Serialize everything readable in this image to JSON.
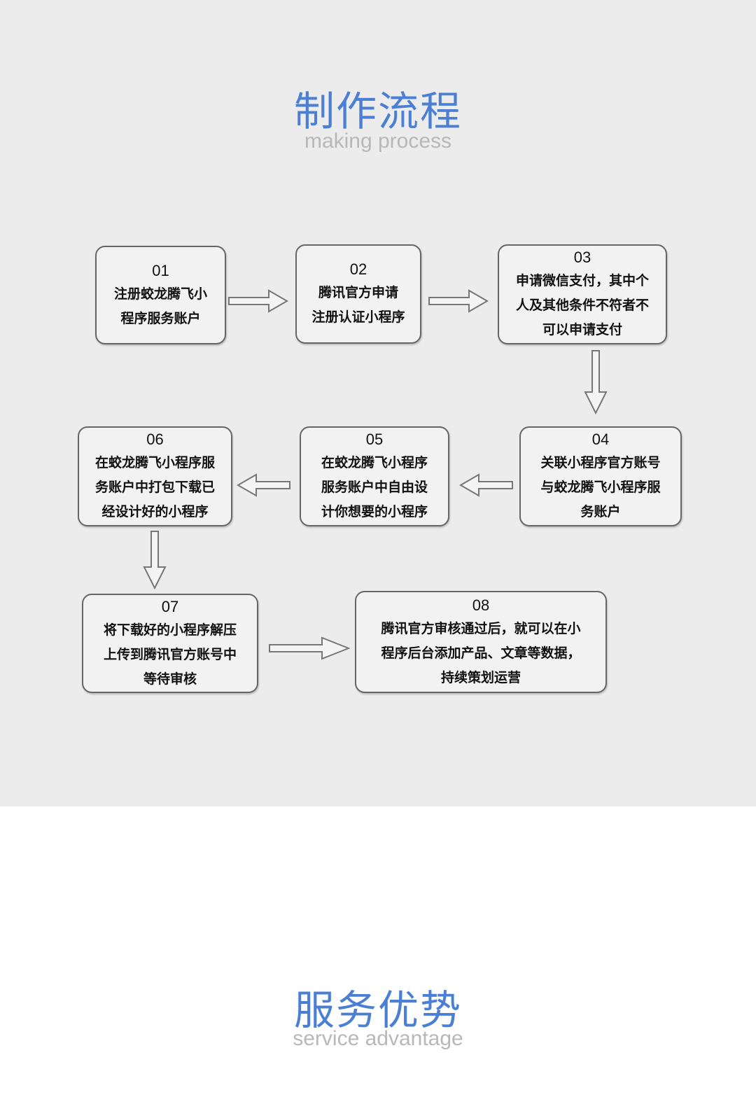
{
  "section1": {
    "title": "制作流程",
    "subtitle": "making process"
  },
  "steps": [
    {
      "num": "01",
      "lines": [
        "注册蛟龙腾飞小",
        "程序服务账户"
      ]
    },
    {
      "num": "02",
      "lines": [
        "腾讯官方申请",
        "注册认证小程序"
      ]
    },
    {
      "num": "03",
      "lines": [
        "申请微信支付，其中个",
        "人及其他条件不符者不",
        "可以申请支付"
      ]
    },
    {
      "num": "04",
      "lines": [
        "关联小程序官方账号",
        "与蛟龙腾飞小程序服",
        "务账户"
      ]
    },
    {
      "num": "05",
      "lines": [
        "在蛟龙腾飞小程序",
        "服务账户中自由设",
        "计你想要的小程序"
      ]
    },
    {
      "num": "06",
      "lines": [
        "在蛟龙腾飞小程序服",
        "务账户中打包下载已",
        "经设计好的小程序"
      ]
    },
    {
      "num": "07",
      "lines": [
        "将下载好的小程序解压",
        "上传到腾讯官方账号中",
        "等待审核"
      ]
    },
    {
      "num": "08",
      "lines": [
        "腾讯官方审核通过后，就可以在小",
        "程序后台添加产品、文章等数据，",
        "持续策划运营"
      ]
    }
  ],
  "section2": {
    "title": "服务优势",
    "subtitle": "service advantage"
  },
  "colors": {
    "accent": "#4a7fd4",
    "subtitle": "#b8b8b8",
    "background": "#ececec"
  }
}
